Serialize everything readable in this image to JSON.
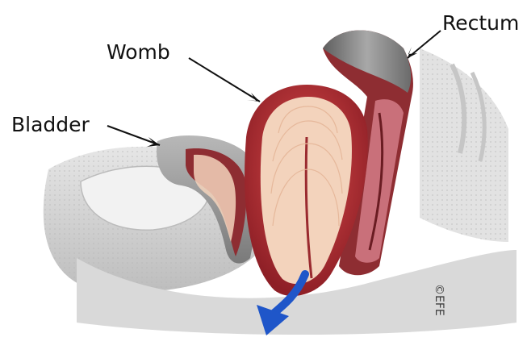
{
  "labels": {
    "womb": "Womb",
    "rectum": "Rectum",
    "bladder": "Bladder"
  },
  "copyright": "©EFE",
  "colors": {
    "flesh": "#f3d3bc",
    "muscle": "#b23a3e",
    "tissue_gray": "#cfcfcf",
    "arrow_blue": "#1f56c9"
  }
}
